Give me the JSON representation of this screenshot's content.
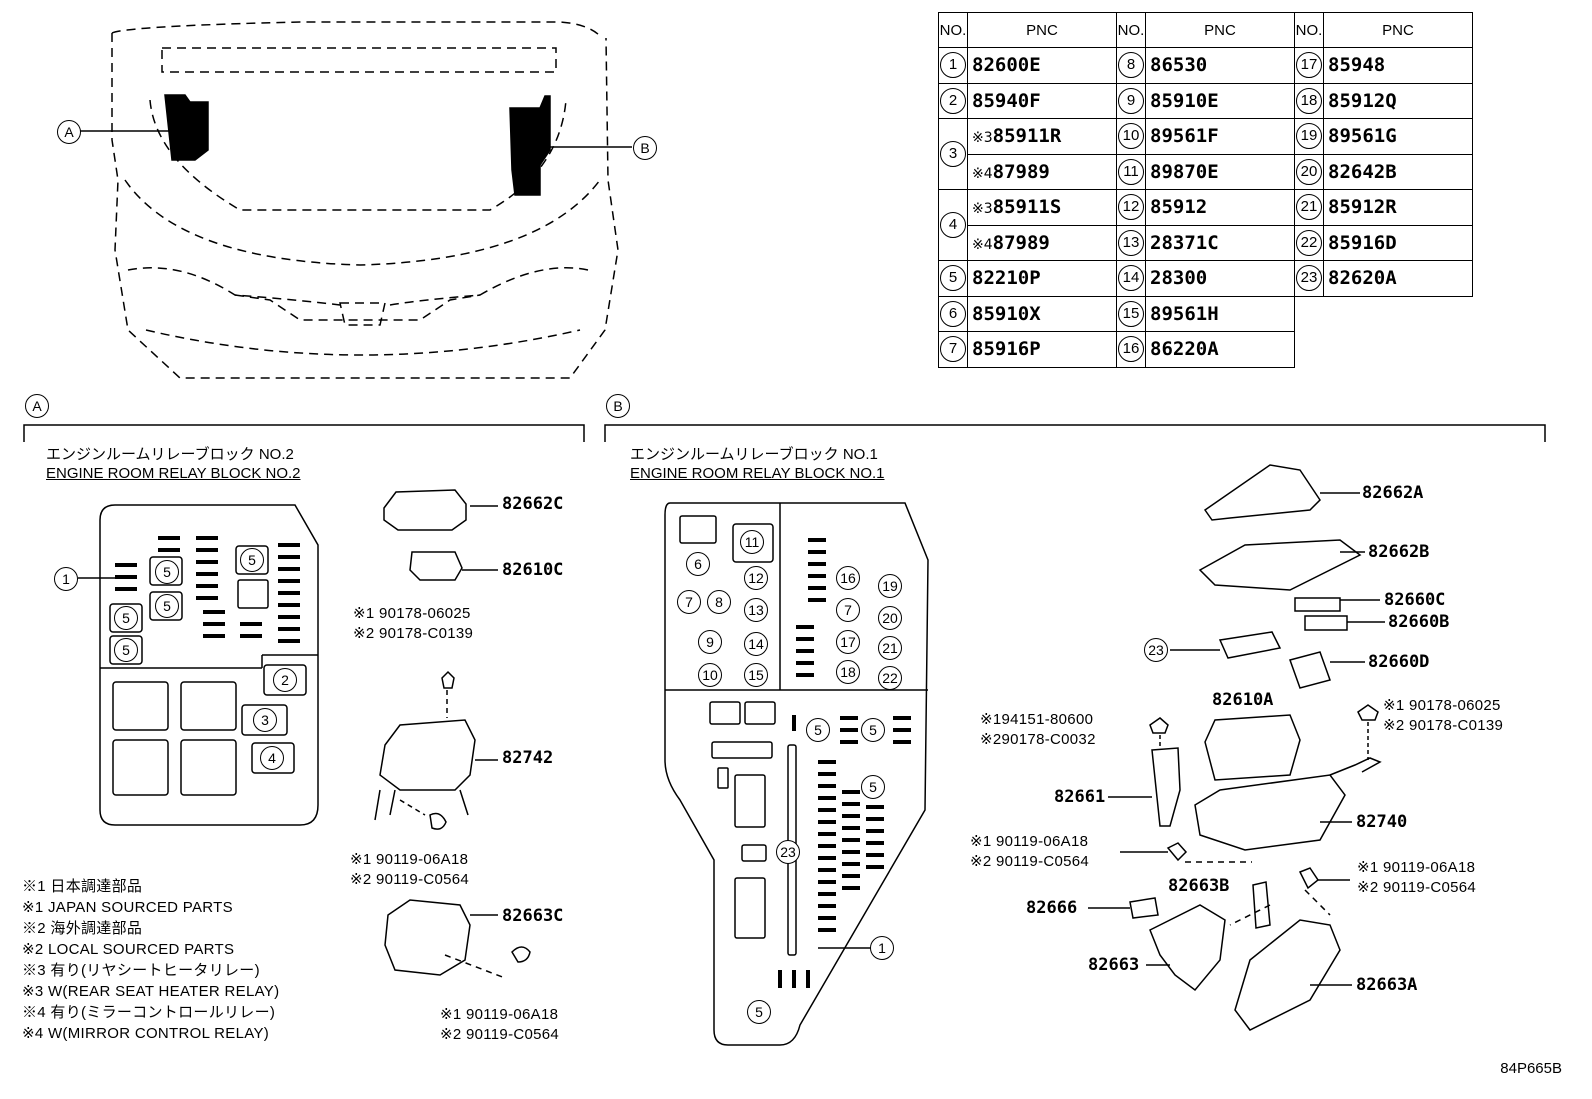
{
  "table": {
    "header_no": "NO.",
    "header_pnc": "PNC",
    "col1": [
      {
        "no": "1",
        "pnc": "82600E"
      },
      {
        "no": "2",
        "pnc": "85940F"
      },
      {
        "no": "3",
        "pnc_a": "85911R",
        "mark_a": "※3",
        "pnc_b": "87989",
        "mark_b": "※4"
      },
      {
        "no": "4",
        "pnc_a": "85911S",
        "mark_a": "※3",
        "pnc_b": "87989",
        "mark_b": "※4"
      },
      {
        "no": "5",
        "pnc": "82210P"
      },
      {
        "no": "6",
        "pnc": "85910X"
      },
      {
        "no": "7",
        "pnc": "85916P"
      }
    ],
    "col2": [
      {
        "no": "8",
        "pnc": "86530"
      },
      {
        "no": "9",
        "pnc": "85910E"
      },
      {
        "no": "10",
        "pnc": "89561F"
      },
      {
        "no": "11",
        "pnc": "89870E"
      },
      {
        "no": "12",
        "pnc": "85912"
      },
      {
        "no": "13",
        "pnc": "28371C"
      },
      {
        "no": "14",
        "pnc": "28300"
      },
      {
        "no": "15",
        "pnc": "89561H"
      },
      {
        "no": "16",
        "pnc": "86220A"
      }
    ],
    "col3": [
      {
        "no": "17",
        "pnc": "85948"
      },
      {
        "no": "18",
        "pnc": "85912Q"
      },
      {
        "no": "19",
        "pnc": "89561G"
      },
      {
        "no": "20",
        "pnc": "82642B"
      },
      {
        "no": "21",
        "pnc": "85912R"
      },
      {
        "no": "22",
        "pnc": "85916D"
      },
      {
        "no": "23",
        "pnc": "82620A"
      }
    ]
  },
  "overview": {
    "label_a": "A",
    "label_b": "B"
  },
  "section_a": {
    "tag": "A",
    "title_jp": "エンジンルームリレーブロック NO.2",
    "title_en": "ENGINE ROOM RELAY BLOCK NO.2",
    "parts": {
      "p1": "82662C",
      "p2": "82610C",
      "p3": "82742",
      "p4": "82663C",
      "bolt1_jp": "※1 90178-06025",
      "bolt1_loc": "※2 90178-C0139",
      "bolt2_jp": "※1 90119-06A18",
      "bolt2_loc": "※2 90119-C0564",
      "bolt3_jp": "※1 90119-06A18",
      "bolt3_loc": "※2 90119-C0564"
    },
    "slots": {
      "s1": "1",
      "s2": "2",
      "s3": "3",
      "s4": "4",
      "s5": "5"
    }
  },
  "section_b": {
    "tag": "B",
    "title_jp": "エンジンルームリレーブロック NO.1",
    "title_en": "ENGINE ROOM RELAY BLOCK NO.1",
    "parts": {
      "p1": "82662A",
      "p2": "82662B",
      "p3": "82660C",
      "p4": "82660B",
      "p5": "82660D",
      "p6": "82610A",
      "p7": "82661",
      "p8": "82740",
      "p9": "82663B",
      "p10": "82666",
      "p11": "82663",
      "p12": "82663A",
      "c23": "23",
      "b1_jp": "※194151-80600",
      "b1_loc": "※290178-C0032",
      "b2_jp": "※1 90178-06025",
      "b2_loc": "※2 90178-C0139",
      "b3_jp": "※1 90119-06A18",
      "b3_loc": "※2 90119-C0564",
      "b4_jp": "※1 90119-06A18",
      "b4_loc": "※2 90119-C0564"
    }
  },
  "notes": [
    "※1 日本調達部品",
    "※1 JAPAN SOURCED PARTS",
    "※2 海外調達部品",
    "※2 LOCAL SOURCED PARTS",
    "※3 有り(リヤシートヒータリレー)",
    "※3 W(REAR SEAT HEATER RELAY)",
    "※4 有り(ミラーコントロールリレー)",
    "※4 W(MIRROR CONTROL RELAY)"
  ],
  "drawing_code": "84P665B"
}
